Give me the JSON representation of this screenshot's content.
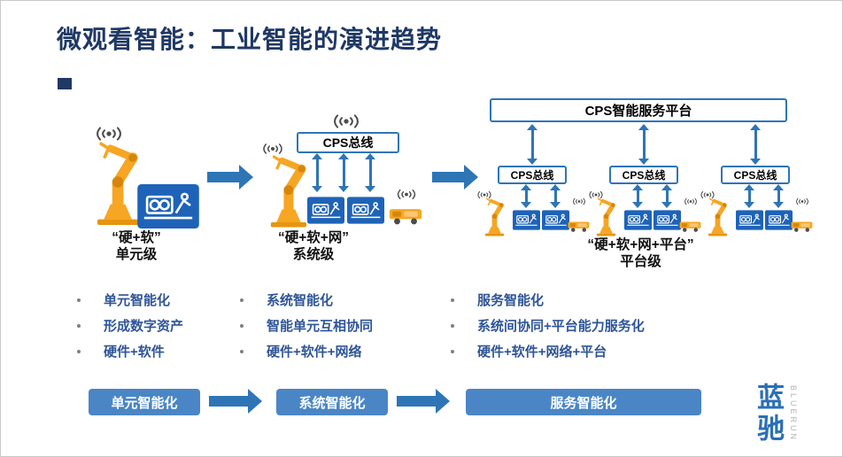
{
  "title": "微观看智能：工业智能的演进趋势",
  "stage1": {
    "name_line1": "“硬+软”",
    "name_line2": "单元级",
    "bullets": [
      "单元智能化",
      "形成数字资产",
      "硬件+软件"
    ]
  },
  "stage2": {
    "bus_label": "CPS总线",
    "name_line1": "“硬+软+网”",
    "name_line2": "系统级",
    "bullets": [
      "系统智能化",
      "智能单元互相协同",
      "硬件+软件+网络"
    ]
  },
  "stage3": {
    "platform_label": "CPS智能服务平台",
    "bus_label": "CPS总线",
    "name_line1": "“硬+软+网+平台”",
    "name_line2": "平台级",
    "bullets": [
      "服务智能化",
      "系统间协同+平台能力服务化",
      "硬件+软件+网络+平台"
    ]
  },
  "banners": {
    "unit": "单元智能化",
    "system": "系统智能化",
    "service": "服务智能化"
  },
  "logo": {
    "cn": "蓝驰",
    "en": "BLUERUN"
  },
  "colors": {
    "title_blue": "#1F3864",
    "arrow_blue": "#2E75B6",
    "banner_blue": "#4A86C6",
    "bullet_blue": "#2F5597",
    "machine_blue": "#1E63B8",
    "robot_orange": "#F6A623"
  },
  "icons": {
    "signal-icon": "((•))",
    "robot-arm-icon": "orange robot arm",
    "machine-unit-icon": "CNC machine on blue tile",
    "agv-icon": "orange AGV cart",
    "arrow-right-icon": "solid right arrow",
    "double-arrow-icon": "double-headed vertical arrow"
  }
}
